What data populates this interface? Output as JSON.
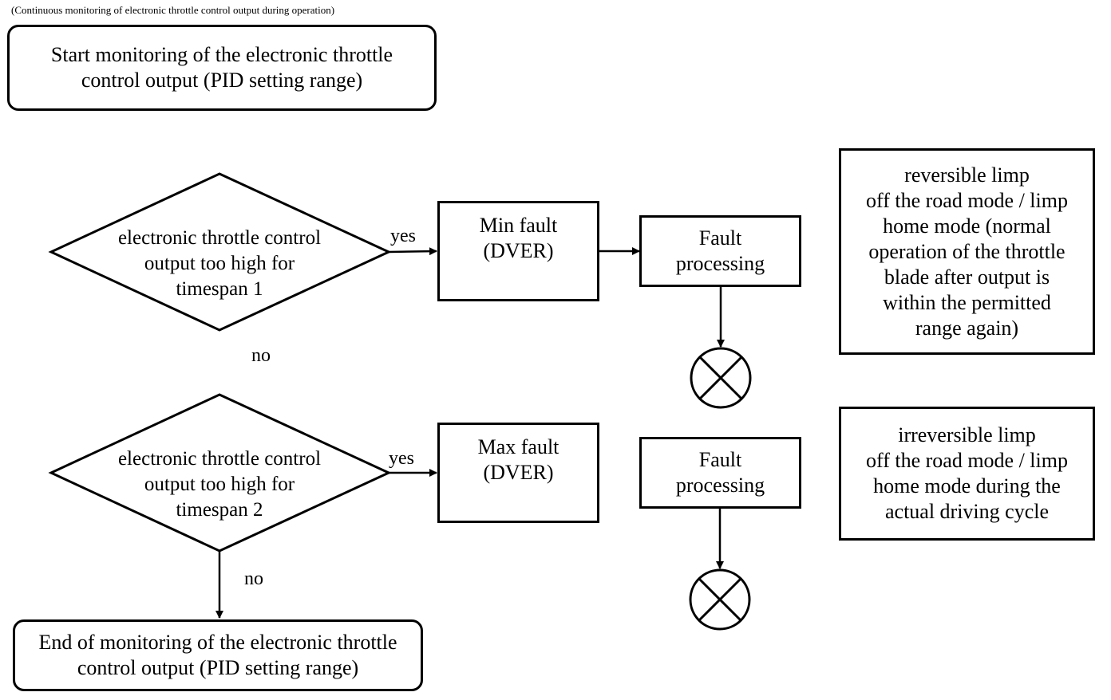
{
  "caption": "(Continuous monitoring of electronic throttle control output during operation)",
  "start_box": [
    "Start monitoring of the electronic throttle",
    "control output (PID setting range)"
  ],
  "decision1": [
    "electronic throttle control",
    "output too high for",
    "timespan 1"
  ],
  "decision2": [
    "electronic throttle control",
    "output too high for",
    "timespan 2"
  ],
  "yes_label_1": "yes",
  "yes_label_2": "yes",
  "no_label_1": "no",
  "no_label_2": "no",
  "min_fault": [
    "Min fault",
    "(DVER)"
  ],
  "max_fault": [
    "Max fault",
    "(DVER)"
  ],
  "fault_processing_1": [
    "Fault",
    "processing"
  ],
  "fault_processing_2": [
    "Fault",
    "processing"
  ],
  "reversible_note": [
    "reversible limp",
    "off the road mode / limp",
    "home mode (normal",
    "operation of the throttle",
    "blade after output is",
    "within the permitted",
    "range again)"
  ],
  "irreversible_note": [
    "irreversible limp",
    "off the road mode / limp",
    "home mode during the",
    "actual driving cycle"
  ],
  "end_box": [
    "End of monitoring of the electronic throttle",
    "control output (PID setting range)"
  ]
}
